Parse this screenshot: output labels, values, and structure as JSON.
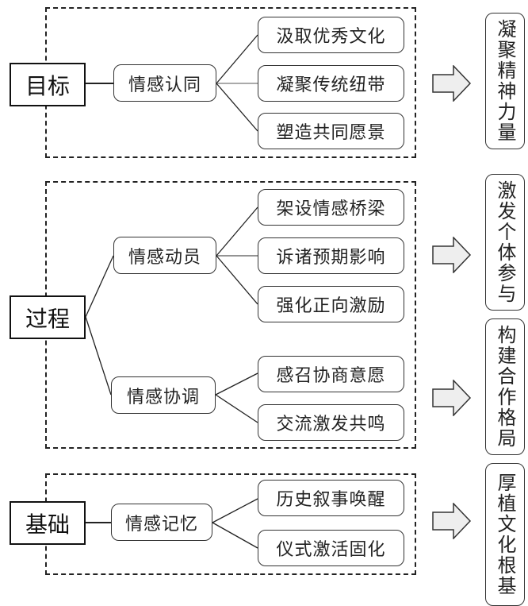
{
  "sections": [
    {
      "level": "目标",
      "middle": [
        {
          "label": "情感认同",
          "leaves": [
            "汲取优秀文化",
            "凝聚传统纽带",
            "塑造共同愿景"
          ]
        }
      ],
      "outcomes": [
        "凝聚精神力量"
      ]
    },
    {
      "level": "过程",
      "middle": [
        {
          "label": "情感动员",
          "leaves": [
            "架设情感桥梁",
            "诉诸预期影响",
            "强化正向激励"
          ]
        },
        {
          "label": "情感协调",
          "leaves": [
            "感召协商意愿",
            "交流激发共鸣"
          ]
        }
      ],
      "outcomes": [
        "激发个体参与",
        "构建合作格局"
      ]
    },
    {
      "level": "基础",
      "middle": [
        {
          "label": "情感记忆",
          "leaves": [
            "历史叙事唤醒",
            "仪式激活固化"
          ]
        }
      ],
      "outcomes": [
        "厚植文化根基"
      ]
    }
  ],
  "icons": {
    "arrow": "right-block-arrow-icon"
  },
  "colors": {
    "line": "#222222",
    "arrow_fill": "#eeeeee",
    "box_border": "#333333"
  }
}
